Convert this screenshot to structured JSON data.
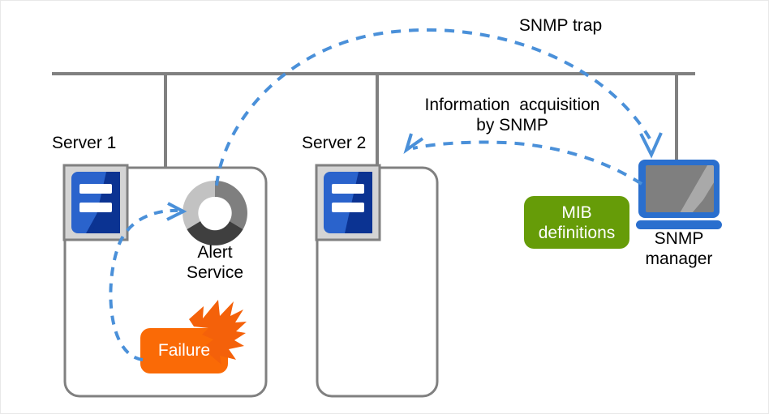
{
  "diagram": {
    "title": "SNMP monitoring diagram",
    "background": "#ffffff",
    "frame_border": "#e8e8e8"
  },
  "colors": {
    "bus_line": "#808080",
    "server_box_border": "#808080",
    "server_icon_blue_light": "#2a63cc",
    "server_icon_blue_dark": "#0b3392",
    "server_icon_frame": "#d4d4d4",
    "server_icon_frame_border": "#808080",
    "alert_donut_light": "#c2c2c2",
    "alert_donut_mid": "#7f7f7f",
    "alert_donut_dark": "#3f3f3f",
    "failure_orange": "#fa6a06",
    "burst_orange": "#f4610a",
    "mib_green": "#669c08",
    "snmp_blue": "#2a6fce",
    "arrow_blue": "#4a90d9",
    "monitor_screen": "#7f7f7f",
    "text_black": "#000000",
    "text_white": "#ffffff"
  },
  "network": {
    "bus_label": "network-bus",
    "connectors": [
      "server-1-connector",
      "server-2-connector",
      "snmp-manager-connector"
    ]
  },
  "servers": [
    {
      "id": "server-1",
      "label": "Server 1"
    },
    {
      "id": "server-2",
      "label": "Server 2"
    }
  ],
  "nodes": {
    "alert_service": {
      "label_line1": "Alert",
      "label_line2": "Service"
    },
    "failure": {
      "label": "Failure"
    },
    "mib": {
      "label_line1": "MIB",
      "label_line2": "definitions"
    },
    "snmp_manager": {
      "label_line1": "SNMP",
      "label_line2": "manager"
    }
  },
  "flows": [
    {
      "id": "snmp-trap",
      "label": "SNMP trap",
      "from": "alert-service",
      "to": "snmp-manager",
      "style": "dashed",
      "color": "#4a90d9"
    },
    {
      "id": "information-acquisition",
      "label_line1": "Information  acquisition",
      "label_line2": "by SNMP",
      "from": "snmp-manager",
      "to": "server-2",
      "style": "dashed",
      "color": "#4a90d9"
    },
    {
      "id": "failure-to-alert",
      "label": "",
      "from": "failure",
      "to": "alert-service",
      "style": "dashed",
      "color": "#4a90d9"
    }
  ]
}
